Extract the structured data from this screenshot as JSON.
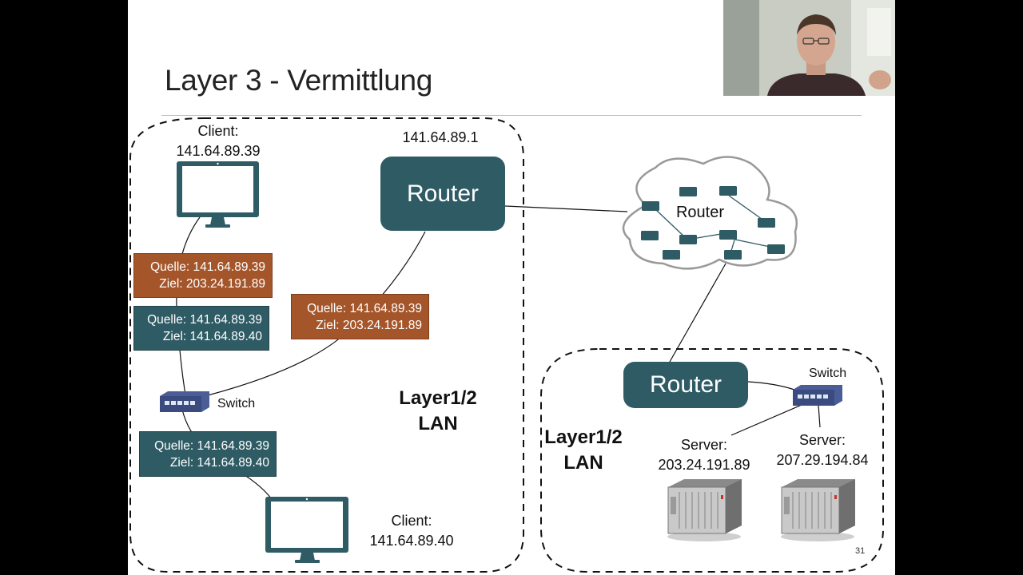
{
  "slide": {
    "title": "Layer 3 - Vermittlung",
    "page_number": "31"
  },
  "left_lan": {
    "client_top": {
      "line1": "Client:",
      "line2": "141.64.89.39"
    },
    "router_ip": "141.64.89.1",
    "router_label": "Router",
    "switch_label": "Switch",
    "client_bottom": {
      "line1": "Client:",
      "line2": "141.64.89.40"
    },
    "lan_label": {
      "line1": "Layer1/2",
      "line2": "LAN"
    }
  },
  "cloud": {
    "router_label": "Router"
  },
  "right_lan": {
    "router_label": "Router",
    "switch_label": "Switch",
    "server1": {
      "line1": "Server:",
      "line2": "203.24.191.89"
    },
    "server2": {
      "line1": "Server:",
      "line2": "207.29.194.84"
    },
    "lan_label": {
      "line1": "Layer1/2",
      "line2": "LAN"
    }
  },
  "packets": [
    {
      "color": "orange",
      "src": "Quelle: 141.64.89.39",
      "dst": "Ziel: 203.24.191.89"
    },
    {
      "color": "teal",
      "src": "Quelle: 141.64.89.39",
      "dst": "Ziel: 141.64.89.40"
    },
    {
      "color": "orange",
      "src": "Quelle: 141.64.89.39",
      "dst": "Ziel: 203.24.191.89"
    },
    {
      "color": "teal",
      "src": "Quelle: 141.64.89.39",
      "dst": "Ziel: 141.64.89.40"
    }
  ],
  "colors": {
    "router": "#2e5b64",
    "packet_orange": "#a4562a",
    "packet_teal": "#2e5b64",
    "cloud_node": "#2e5b64"
  }
}
